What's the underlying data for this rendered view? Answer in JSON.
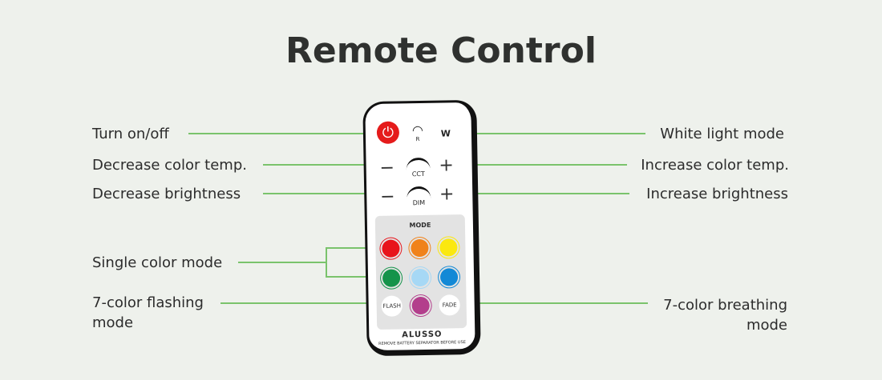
{
  "title": "Remote Control",
  "colors": {
    "line": "#7ac36c",
    "power": "#e51b1b",
    "text": "#2c2c2c"
  },
  "labels": {
    "turn_on_off": "Turn on/off",
    "decrease_color_temp": "Decrease color temp.",
    "decrease_brightness": "Decrease brightness",
    "single_color_mode": "Single color mode",
    "flashing_line1": "7-color flashing",
    "flashing_line2": "mode",
    "white_light_mode": "White light mode",
    "increase_color_temp": "Increase color temp.",
    "increase_brightness": "Increase brightness",
    "breathing_line1": "7-color breathing",
    "breathing_line2": "mode"
  },
  "remote": {
    "power_icon": "⏻",
    "wifi_icon": "wifi-icon",
    "wifi_sub": "R",
    "w": "W",
    "minus": "−",
    "plus": "+",
    "cct": "CCT",
    "dim": "DIM",
    "mode": "MODE",
    "flash": "FLASH",
    "fade": "FADE",
    "brand": "ALUSSO",
    "note": "REMOVE BATTERY SEPARATOR BEFORE USE",
    "color_buttons": [
      "#e8141b",
      "#f0821a",
      "#fbe80f",
      "#14934a",
      "#a6d8f5",
      "#1389d6",
      "#b33e8c"
    ]
  }
}
